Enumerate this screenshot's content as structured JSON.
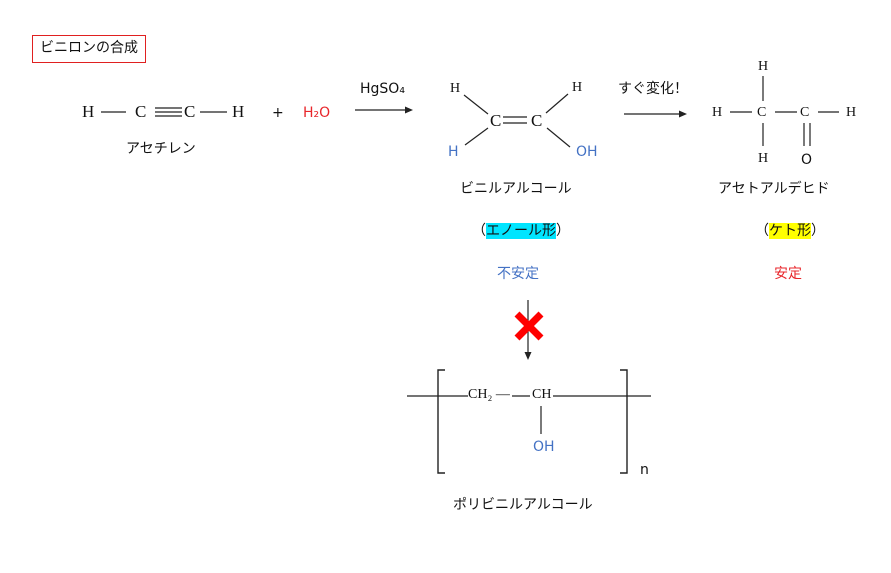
{
  "title": "ビニロンの合成",
  "acetylene": {
    "h_left": "H",
    "c1": "C",
    "c2": "C",
    "h_right": "H",
    "name": "アセチレン"
  },
  "plus": "+",
  "water": "H₂O",
  "catalyst": "HgSO₄",
  "vinyl_alcohol": {
    "h_top_left": "H",
    "h_top_right": "H",
    "c_left": "C",
    "c_right": "C",
    "h_bottom": "H",
    "oh": "OH",
    "name": "ビニルアルコール",
    "form_open": "（",
    "form": "エノール形",
    "form_close": "）",
    "stability": "不安定"
  },
  "change_label": "すぐ変化！",
  "acetaldehyde": {
    "h_top": "H",
    "h_left": "H",
    "c1": "C",
    "c2": "C",
    "h_right": "H",
    "h_bottom": "H",
    "o": "O",
    "name": "アセトアルデヒド",
    "form_open": "（",
    "form": "ケト形",
    "form_close": "）",
    "stability": "安定"
  },
  "polymer": {
    "ch2": "CH₂",
    "ch": "CH",
    "oh": "OH",
    "n": "n",
    "name": "ポリビニルアルコール"
  },
  "colors": {
    "red": "#e8262b",
    "blue": "#4472c4",
    "cyan": "#00e5ff",
    "yellow": "#ffff00",
    "cross": "#ff0000"
  },
  "icons": {
    "cross": "red-cross-icon"
  }
}
